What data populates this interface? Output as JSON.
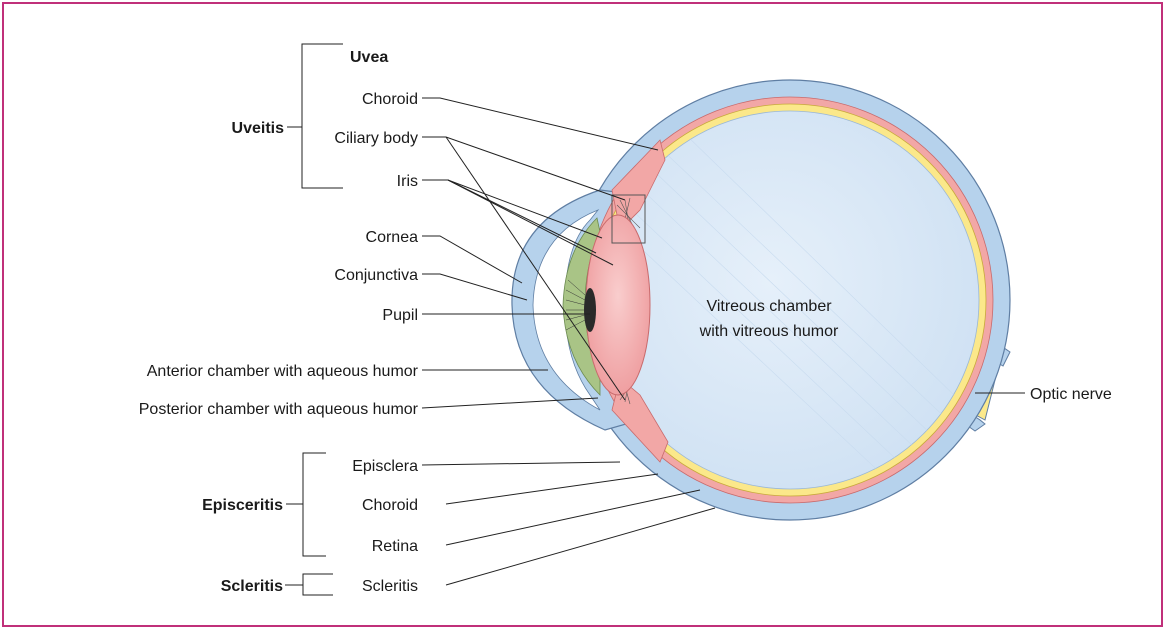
{
  "colors": {
    "frame": "#c0307a",
    "sclera": "#b6d2ec",
    "vitreous": "#dbe9f7",
    "choroid": "#f2a7a6",
    "retina": "#fbe88a",
    "optic_nerve": "#fbe98c",
    "lens": "#f4b2b3",
    "iris_green": "#a9c486",
    "pupil": "#2a2a2a"
  },
  "chamber": {
    "line1": "Vitreous chamber",
    "line2": "with vitreous humor"
  },
  "groups": {
    "uvea": "Uvea",
    "uveitis": "Uveitis",
    "episceritis": "Episceritis",
    "scleritis": "Scleritis"
  },
  "labels": {
    "choroid_top": "Choroid",
    "ciliary_body": "Ciliary body",
    "iris": "Iris",
    "cornea": "Cornea",
    "conjunctiva": "Conjunctiva",
    "pupil": "Pupil",
    "anterior_chamber": "Anterior chamber with aqueous humor",
    "posterior_chamber": "Posterior chamber with aqueous humor",
    "episclera": "Episclera",
    "choroid_bottom": "Choroid",
    "retina": "Retina",
    "scleritis": "Scleritis",
    "optic_nerve": "Optic nerve"
  }
}
